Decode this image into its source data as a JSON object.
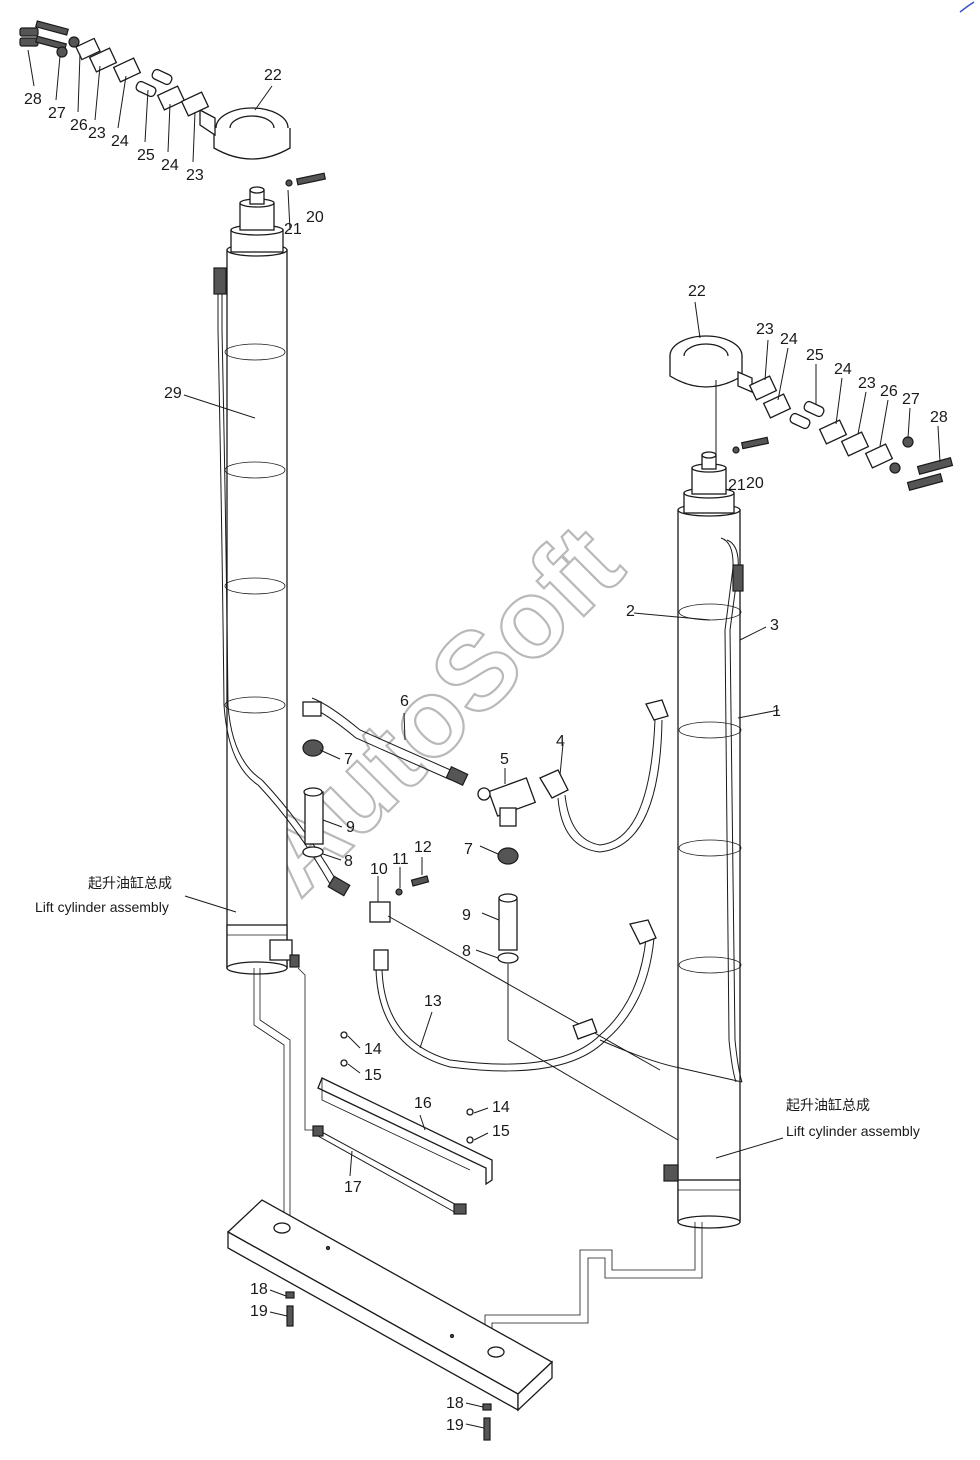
{
  "assembly_captions": [
    {
      "zh": "起升油缸总成",
      "en": "Lift cylinder assembly"
    },
    {
      "zh": "起升油缸总成",
      "en": "Lift cylinder assembly"
    }
  ],
  "watermark": "AutoSoft",
  "callouts": {
    "left_top": [
      "28",
      "27",
      "26",
      "23",
      "24",
      "25",
      "24",
      "23",
      "22",
      "21",
      "20"
    ],
    "right_top": [
      "22",
      "23",
      "24",
      "25",
      "24",
      "23",
      "26",
      "27",
      "28",
      "21",
      "20"
    ],
    "left_cyl": [
      "29"
    ],
    "right_cyl": [
      "1",
      "2",
      "3"
    ],
    "center": [
      "6",
      "7",
      "9",
      "8",
      "5",
      "4",
      "12",
      "11",
      "10",
      "7",
      "9",
      "8",
      "13"
    ],
    "lower": [
      "14",
      "15",
      "16",
      "14",
      "15",
      "17",
      "18",
      "19",
      "18",
      "19"
    ]
  }
}
